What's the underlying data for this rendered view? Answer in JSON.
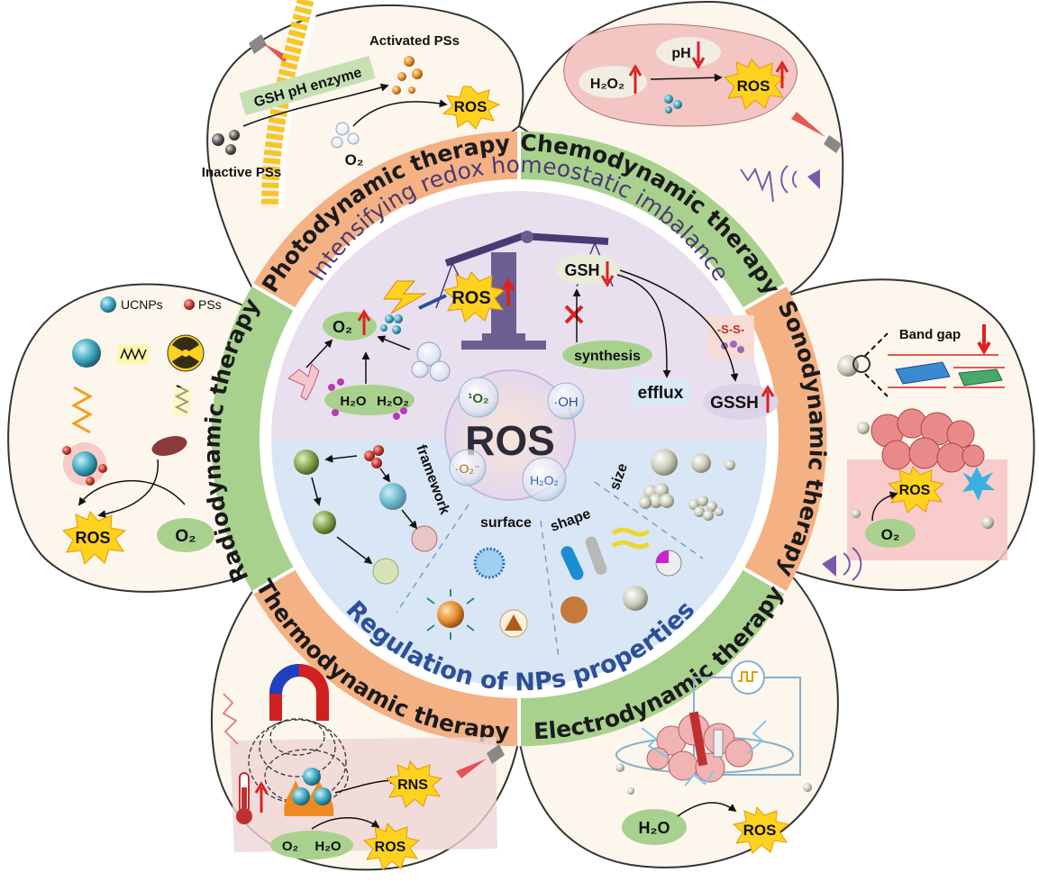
{
  "therapies": {
    "photodynamic": "Photodynamic therapy",
    "chemodynamic": "Chemodynamic therapy",
    "sonodynamic": "Sonodynamic therapy",
    "electrodynamic": "Electrodynamic therapy",
    "thermodynamic": "Thermodynamic therapy",
    "radiodynamic": "Radiodynamic therapy"
  },
  "center": {
    "upper_title": "Intensifying redox homeostatic imbalance",
    "lower_title": "Regulation of NPs properties",
    "core_label": "ROS",
    "species": {
      "singlet_o2": "¹O₂",
      "hydroxyl": "·OH",
      "superoxide": "·O₂⁻",
      "h2o2": "H₂O₂"
    }
  },
  "redox": {
    "o2": "O₂",
    "ros": "ROS",
    "h2o": "H₂O",
    "h2o2": "H₂O₂",
    "gsh": "GSH",
    "synthesis": "synthesis",
    "efflux": "efflux",
    "gssh": "GSSH",
    "disulfide": "-S-S-"
  },
  "np_properties": {
    "framework": "framework",
    "surface": "surface",
    "shape": "shape",
    "size": "size"
  },
  "pdt": {
    "stimuli": "GSH  pH  enzyme",
    "activated": "Activated PSs",
    "inactive": "Inactive PSs",
    "o2": "O₂",
    "ros": "ROS"
  },
  "cdt": {
    "ph": "pH",
    "h2o2": "H₂O₂",
    "ros": "ROS"
  },
  "sdt": {
    "band_gap": "Band gap",
    "ros": "ROS",
    "o2": "O₂"
  },
  "edt": {
    "h2o": "H₂O",
    "ros": "ROS"
  },
  "tdt": {
    "rns": "RNS",
    "o2": "O₂",
    "h2o": "H₂O",
    "ros": "ROS"
  },
  "rdt": {
    "ucnps": "UCNPs",
    "pss": "PSs",
    "ros": "ROS",
    "o2": "O₂"
  },
  "colors": {
    "orange_band": "#f4b183",
    "green_band": "#a9d18e",
    "petal_fill": "#fdf6ec",
    "upper_half": "#e9e0ef",
    "lower_half": "#d9e6f6",
    "ros_burst": "#ffd21f",
    "label_green": "#a9d18e"
  }
}
